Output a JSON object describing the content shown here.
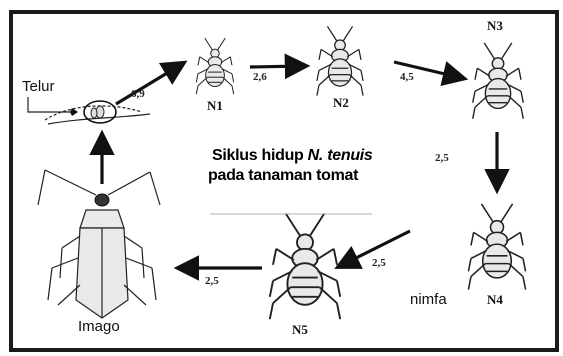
{
  "colors": {
    "frame": "#1a1a1a",
    "background": "#ffffff",
    "ink": "#111111"
  },
  "labels": {
    "egg": "Telur",
    "adult": "Imago",
    "nymph": "nimfa"
  },
  "stages": {
    "n1": "N1",
    "n2": "N2",
    "n3": "N3",
    "n4": "N4",
    "n5": "N5"
  },
  "durations": {
    "egg_to_n1": "6,9",
    "n1_to_n2": "2,6",
    "n2_to_n3": "4,5",
    "n3_to_n4": "2,5",
    "n4_to_n5": "2,5",
    "n5_to_adult": "2,5"
  },
  "title": {
    "line1_prefix": "Siklus  hidup ",
    "line1_species": "N.  tenuis",
    "line2": "pada  tanaman  tomat"
  }
}
